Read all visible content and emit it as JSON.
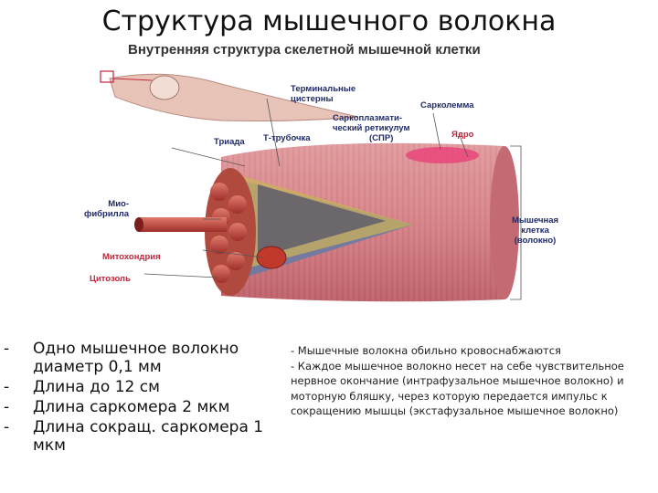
{
  "slide": {
    "title": "Структура мышечного волокна"
  },
  "figure": {
    "title": "Внутренняя структура скелетной мышечной клетки",
    "labels": {
      "terminal_cisterns": [
        "Терминальные",
        "цистерны"
      ],
      "sarcolemma": "Сарколемма",
      "sr": [
        "Саркоплазмати-",
        "ческий ретикулум",
        "(СПР)"
      ],
      "triad": "Триада",
      "t_tubule": "Т-трубочка",
      "nucleus": "Ядро",
      "myofibril": [
        "Мио-",
        "фибрилла"
      ],
      "muscle_cell": [
        "Мышечная",
        "клетка",
        "(волокно)"
      ],
      "mitochondrion": "Митохондрия",
      "cytosol": "Цитозоль"
    },
    "colors": {
      "label_blue": "#1f2a6b",
      "label_red": "#c0263a",
      "muscle": "#d9848a",
      "muscle_dark": "#b5535e"
    }
  },
  "bullets": [
    {
      "dash": "-",
      "text": "Одно мышечное волокно диаметр 0,1 мм"
    },
    {
      "dash": "-",
      "text": "Длина до 12 см"
    },
    {
      "dash": "-",
      "text": "Длина саркомера 2 мкм"
    },
    {
      "dash": "-",
      "text": "Длина сокращ. саркомера 1 мкм"
    }
  ],
  "notes": [
    "- Мышечные волокна обильно кровоснабжаются",
    "- Каждое мышечное волокно несет на себе чувствительное нервное окончание (интрафузальное мышечное волокно) и моторную бляшку, через которую передается импульс к сокращению мышцы (экстафузальное мышечное волокно)"
  ]
}
